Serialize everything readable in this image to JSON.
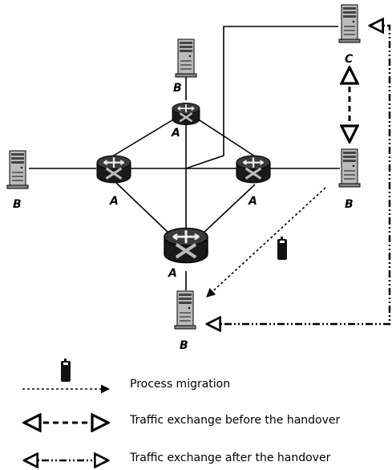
{
  "diagram": {
    "nodes": {
      "router_top": "A",
      "router_left": "A",
      "router_right": "A",
      "router_bottom": "A",
      "server_top": "B",
      "server_left": "B",
      "server_right": "B",
      "server_bottom": "B",
      "server_c": "C"
    },
    "legend": {
      "process_migration": "Process migration",
      "before_handover": "Traffic exchange before the handover",
      "after_handover": "Traffic exchange after the handover"
    }
  }
}
